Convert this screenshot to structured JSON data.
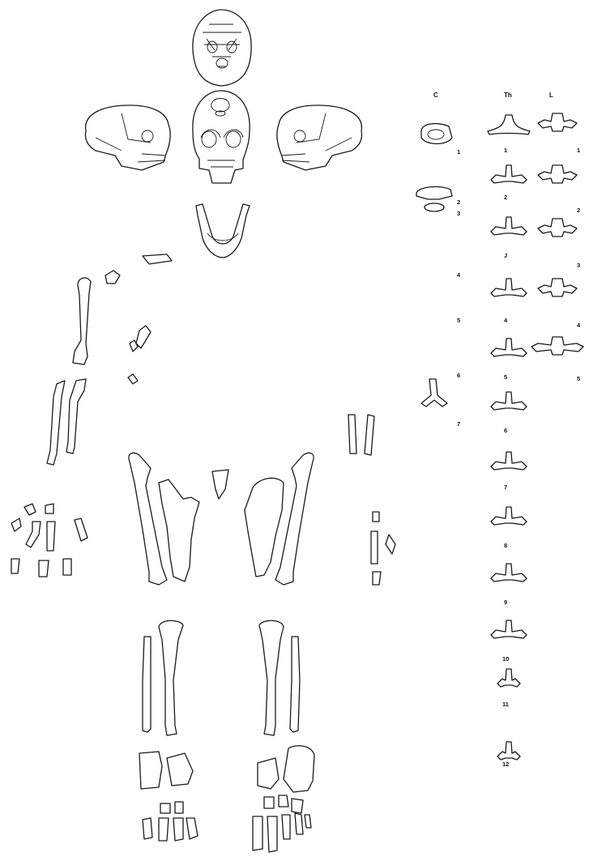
{
  "headers": {
    "cervical": "C",
    "thoracic": "Th",
    "lumbar": "L"
  },
  "cervical_labels": [
    "1",
    "2",
    "3",
    "4",
    "5",
    "6",
    "7"
  ],
  "thoracic_labels": [
    "1",
    "2",
    "J",
    "4",
    "5",
    "6",
    "7",
    "8",
    "9",
    "10",
    "11",
    "12"
  ],
  "lumbar_labels": [
    "1",
    "2",
    "3",
    "4",
    "5"
  ],
  "colors": {
    "stroke": "#1a1a1a",
    "background": "#ffffff"
  }
}
